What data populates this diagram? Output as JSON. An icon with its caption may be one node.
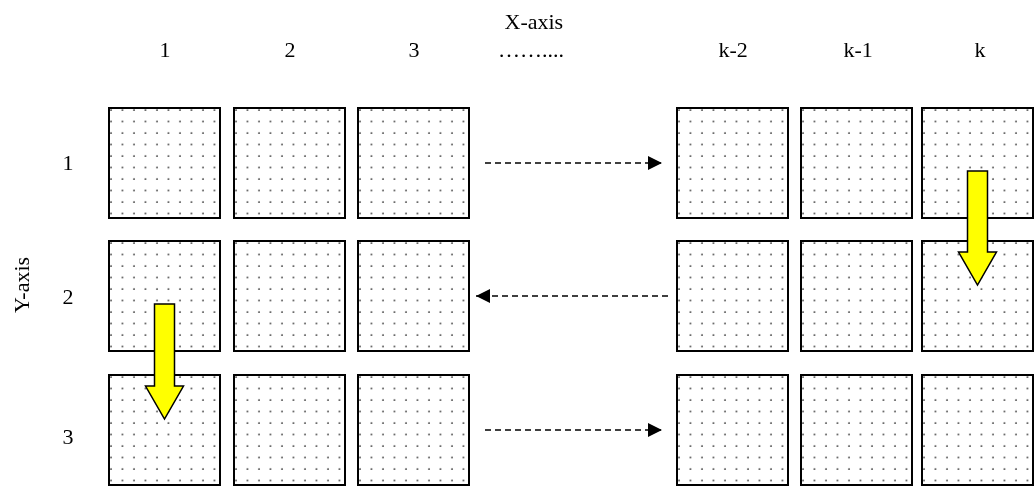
{
  "diagram": {
    "nodes": [
      {
        "text": [],
        "shape": "box"
      },
      {
        "text": [],
        "shape": "box"
      },
      {
        "text": [],
        "shape": "box"
      },
      {
        "text": [],
        "shape": "box"
      },
      {
        "text": [],
        "shape": "box"
      },
      {
        "text": [],
        "shape": "box"
      },
      {
        "text": [],
        "shape": "box"
      },
      {
        "text": [],
        "shape": "box"
      },
      {
        "text": [],
        "shape": "box"
      },
      {
        "text": [],
        "shape": "box"
      },
      {
        "text": [],
        "shape": "box"
      },
      {
        "text": [],
        "shape": "box"
      },
      {
        "text": [],
        "shape": "box"
      },
      {
        "text": [],
        "shape": "box"
      },
      {
        "text": [],
        "shape": "box"
      },
      {
        "text": [],
        "shape": "box"
      },
      {
        "text": [],
        "shape": "box"
      },
      {
        "text": [],
        "shape": "box"
      }
    ],
    "edges": [
      {
        "from": 2,
        "to": 3,
        "arrow": "to",
        "style": "dashed"
      },
      {
        "from": 5,
        "to": 11,
        "arrow": "to",
        "style": "thick",
        "color": "#ffff00"
      },
      {
        "from": 9,
        "to": 8,
        "arrow": "to",
        "style": "dashed"
      },
      {
        "from": 6,
        "to": 12,
        "arrow": "to",
        "style": "thick",
        "color": "#ffff00"
      },
      {
        "from": 14,
        "to": 15,
        "arrow": "to",
        "style": "dashed"
      }
    ],
    "labels": [
      "X-axis",
      "1",
      "2",
      "3",
      "……....",
      "k-2",
      "k-1",
      "k",
      "Y-axis",
      "1",
      "2",
      "3"
    ]
  }
}
